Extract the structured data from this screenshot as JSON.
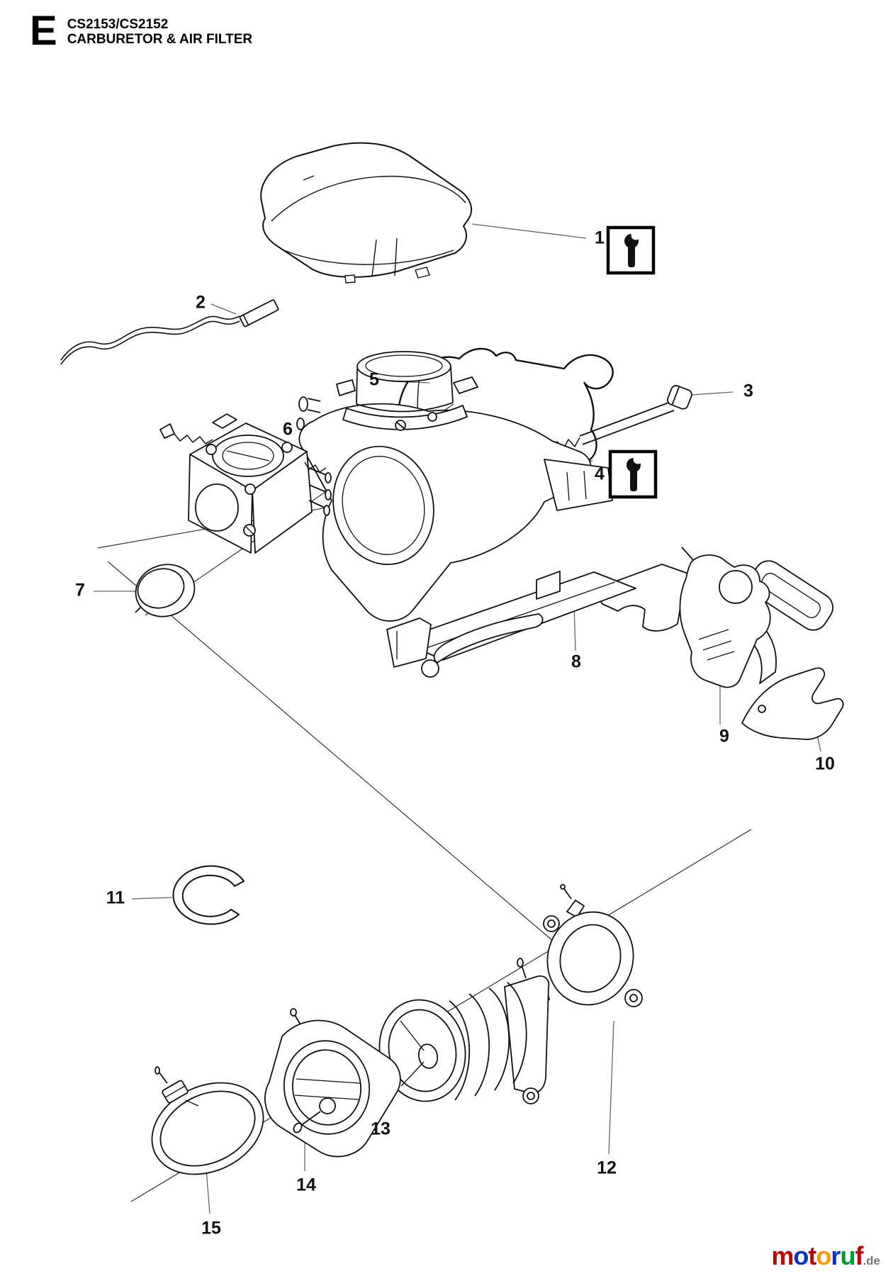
{
  "header": {
    "section_letter": "E",
    "model": "CS2153/CS2152",
    "title": "CARBURETOR & AIR FILTER"
  },
  "diagram": {
    "callouts": [
      {
        "number": "1",
        "has_tool_box": true
      },
      {
        "number": "2",
        "has_tool_box": false
      },
      {
        "number": "3",
        "has_tool_box": false
      },
      {
        "number": "4",
        "has_tool_box": true
      },
      {
        "number": "5",
        "has_tool_box": false
      },
      {
        "number": "6",
        "has_tool_box": false
      },
      {
        "number": "7",
        "has_tool_box": false
      },
      {
        "number": "8",
        "has_tool_box": false
      },
      {
        "number": "9",
        "has_tool_box": false
      },
      {
        "number": "10",
        "has_tool_box": false
      },
      {
        "number": "11",
        "has_tool_box": false
      },
      {
        "number": "12",
        "has_tool_box": false
      },
      {
        "number": "13",
        "has_tool_box": false
      },
      {
        "number": "14",
        "has_tool_box": false
      },
      {
        "number": "15",
        "has_tool_box": false
      }
    ],
    "line_color": "#111111",
    "leader_color": "#666666"
  },
  "footer": {
    "logo": {
      "word": "motoruf",
      "tld": ".de",
      "letters": [
        {
          "char": "m",
          "color": "#c10000"
        },
        {
          "char": "o",
          "color": "#0033cc"
        },
        {
          "char": "t",
          "color": "#c10000"
        },
        {
          "char": "o",
          "color": "#ff9900"
        },
        {
          "char": "r",
          "color": "#0033cc"
        },
        {
          "char": "u",
          "color": "#009933"
        },
        {
          "char": "f",
          "color": "#c10000"
        }
      ]
    }
  }
}
